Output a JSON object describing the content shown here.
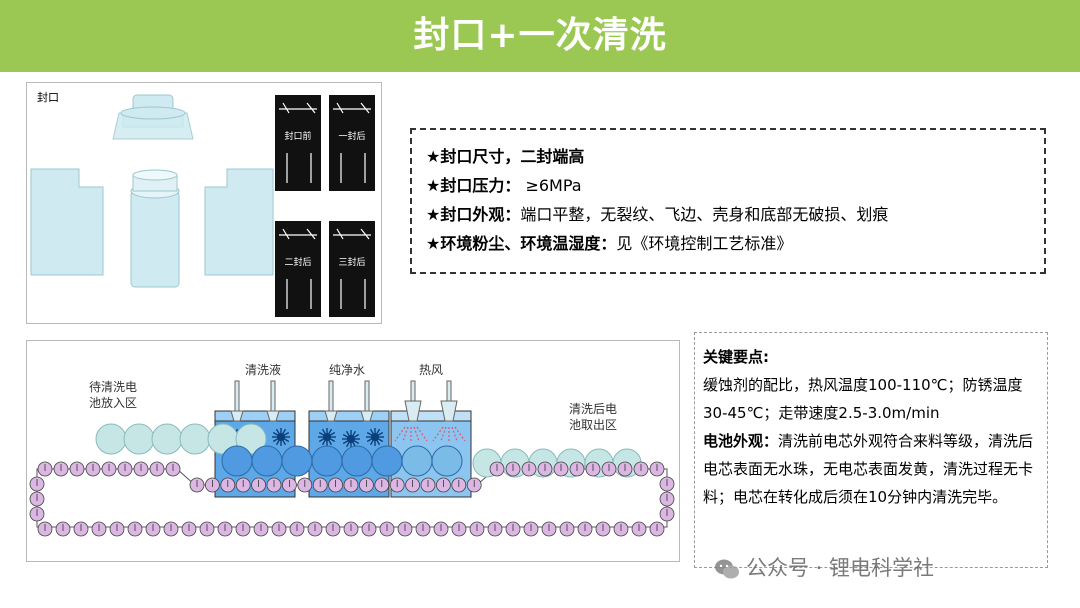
{
  "title": "封口+一次清洗",
  "seal_figure": {
    "label": "封口",
    "states": [
      "封口前",
      "一封后",
      "二封后",
      "三封后"
    ]
  },
  "specs": [
    {
      "bold": "★封口尺寸，二封端高",
      "text": ""
    },
    {
      "bold": "★封口压力：",
      "text": " ≥6MPa"
    },
    {
      "bold": "★封口外观：",
      "text": "端口平整，无裂纹、飞边、壳身和底部无破损、划痕"
    },
    {
      "bold": "★环境粉尘、环境温湿度：",
      "text": "见《环境控制工艺标准》"
    }
  ],
  "wash_figure": {
    "inlet_label": [
      "待清洗电",
      "池放入区"
    ],
    "outlet_label": [
      "清洗后电",
      "池取出区"
    ],
    "stages": [
      "清洗液",
      "纯净水",
      "热风"
    ]
  },
  "key_points": {
    "title": "关键要点:",
    "line1": "缓蚀剂的配比，热风温度100-110℃；防锈温度30-45℃；走带速度2.5-3.0m/min",
    "appearance_label": "电池外观：",
    "appearance_text": "清洗前电芯外观符合来料等级，清洗后电芯表面无水珠，无电芯表面发黄，清洗过程无卡料；电芯在转化成后须在10分钟内清洗完毕。"
  },
  "watermark": "公众号 · 锂电科学社",
  "colors": {
    "banner": "#9bc852",
    "cell": "#c6e6e6",
    "tank": "#5ea8e8",
    "chain": "#ddb7e4"
  }
}
